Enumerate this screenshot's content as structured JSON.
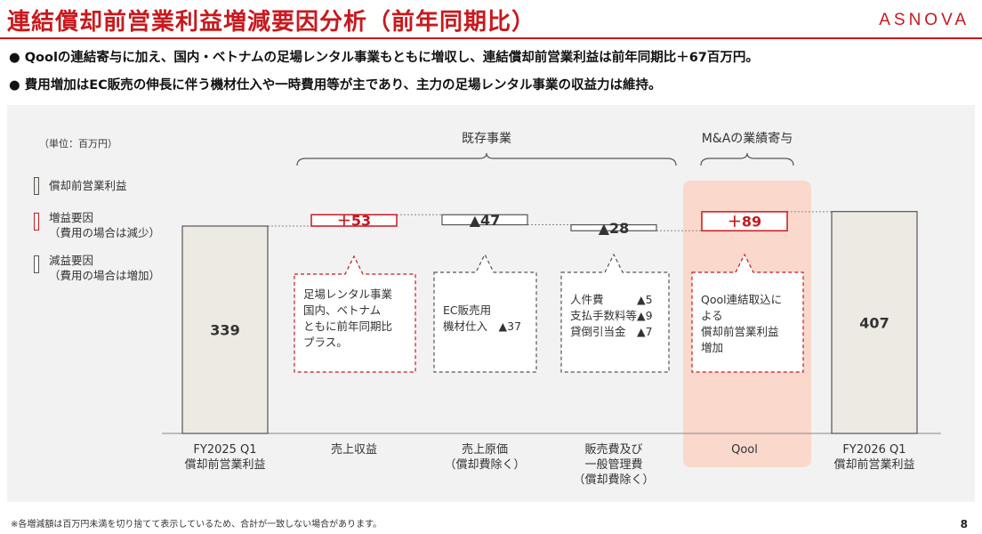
{
  "header": {
    "title": "連結償却前営業利益増減要因分析（前年同期比）",
    "logo": "ASNOVA",
    "bullets": [
      "● Qoolの連結寄与に加え、国内・ベトナムの足場レンタル事業もともに増収し、連結償却前営業利益は前年同期比＋67百万円。",
      "● 費用増加はEC販売の伸長に伴う機材仕入や一時費用等が主であり、主力の足場レンタル事業の収益力は維持。"
    ]
  },
  "legend": {
    "unit": "（単位：百万円）",
    "items": [
      {
        "line1": "償却前営業利益",
        "line2": ""
      },
      {
        "line1": "増益要因",
        "line2": "（費用の場合は減少）"
      },
      {
        "line1": "減益要因",
        "line2": "（費用の場合は増加）"
      }
    ]
  },
  "groups": {
    "existing": "既存事業",
    "ma": "M&Aの業績寄与"
  },
  "chart_data": {
    "type": "bar",
    "subtype": "waterfall",
    "categories": [
      [
        "FY2025 Q1",
        "償却前営業利益"
      ],
      [
        "売上収益"
      ],
      [
        "売上原価",
        "（償却費除く）"
      ],
      [
        "販売費及び",
        "一般管理費",
        "（償却費除く）"
      ],
      [
        "Qool"
      ],
      [
        "FY2026 Q1",
        "償却前営業利益"
      ]
    ],
    "values": [
      339,
      53,
      -47,
      -28,
      89,
      407
    ],
    "labels": [
      "339",
      "＋53",
      "▲47",
      "▲28",
      "＋89",
      "407"
    ],
    "kinds": [
      "total",
      "increase",
      "decrease",
      "decrease",
      "increase",
      "total"
    ],
    "colors": {
      "total": "#ede9e3",
      "increase": "#c8191e",
      "decrease": "#555555",
      "highlight": "#fbd8cc"
    }
  },
  "notes": [
    {
      "lines": [
        "足場レンタル事業",
        "国内、ベトナム",
        "ともに前年同期比",
        "プラス。"
      ]
    },
    {
      "lines": [
        "EC販売用",
        "機材仕入　▲37"
      ]
    },
    {
      "lines": [
        "人件費　　　▲5",
        "支払手数料等▲9",
        "貸倒引当金　▲7"
      ]
    },
    {
      "lines": [
        "Qool連結取込に",
        "よる",
        "償却前営業利益",
        "増加"
      ]
    }
  ],
  "footer": {
    "note": "※各増減額は百万円未満を切り捨てて表示しているため、合計が一致しない場合があります。",
    "page": "8"
  }
}
